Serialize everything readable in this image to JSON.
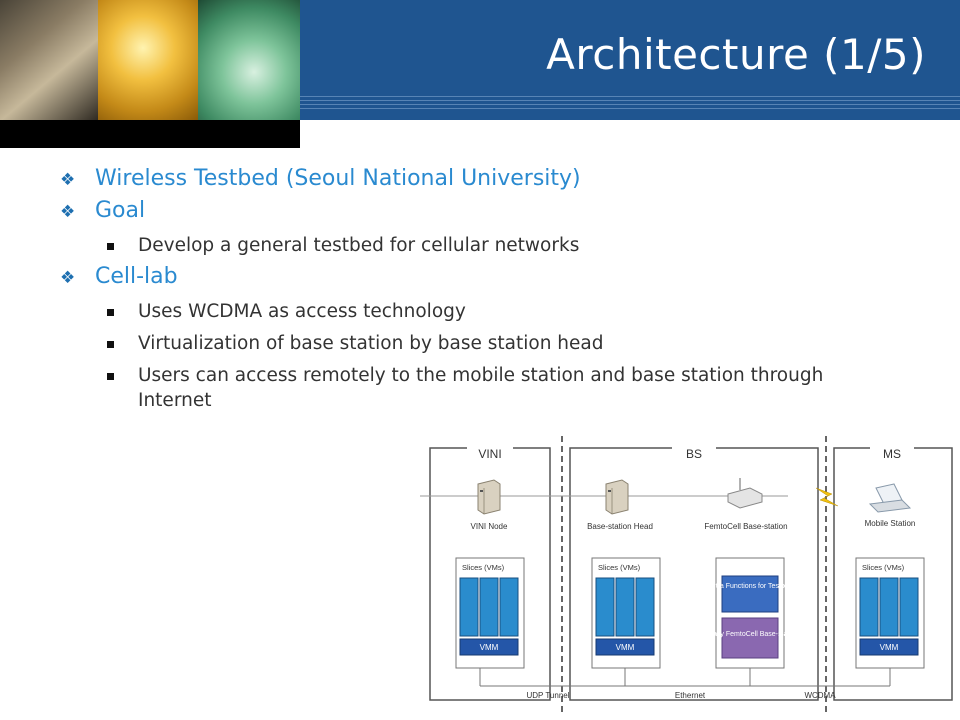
{
  "slide": {
    "title": "Architecture (1/5)",
    "header_images": [
      "handwriting-photo",
      "keyboard-photo",
      "mouse-photo"
    ]
  },
  "bullets": [
    {
      "text": "Wireless Testbed (Seoul National University)",
      "children": []
    },
    {
      "text": "Goal",
      "children": [
        "Develop a general testbed for cellular networks"
      ]
    },
    {
      "text": "Cell-lab",
      "children": [
        "Uses WCDMA as access technology",
        "Virtualization of base station by base station head",
        "Users can access remotely to the mobile station and base station through Internet"
      ]
    }
  ],
  "diagram": {
    "zones": [
      "VINI",
      "BS",
      "MS"
    ],
    "nodes": {
      "vini_node": "VINI Node",
      "bs_head": "Base-station Head",
      "femtocell": "FemtoCell Base-station",
      "mobile_station": "Mobile Station"
    },
    "slices_label": "Slices (VMs)",
    "vmm_label": "VMM",
    "extra_functions": "Extra Functions for Testbed",
    "legacy_femtocell": "Legacy FemtoCell Base-station",
    "links": [
      "UDP Tunnel",
      "Ethernet",
      "WCDMA"
    ],
    "colors": {
      "slice": "#2a8ccd",
      "vmm": "#2456a8",
      "extra": "#3a6cc0",
      "legacy": "#8a68b0"
    }
  }
}
